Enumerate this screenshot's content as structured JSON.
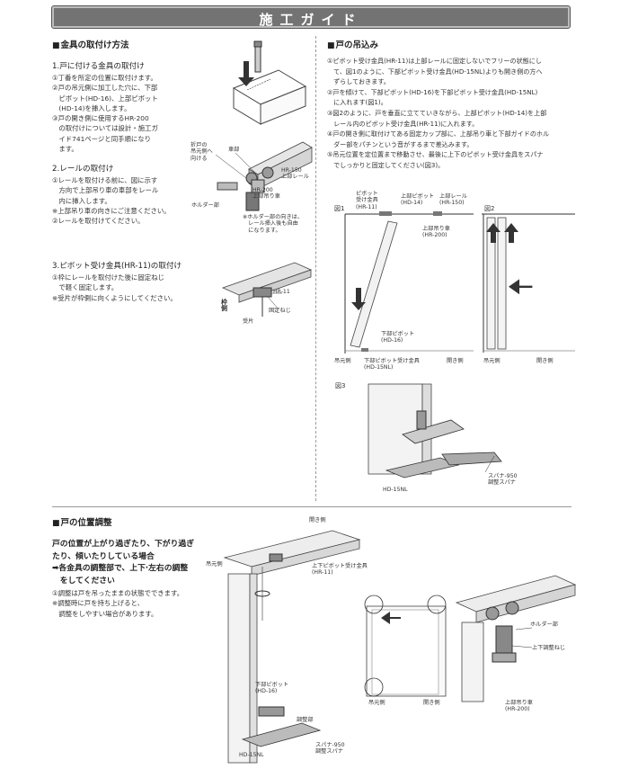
{
  "banner": {
    "title": "施工ガイド"
  },
  "left": {
    "heading": "金具の取付け方法",
    "s1": {
      "title": "1.戸に付ける金具の取付け",
      "lines": [
        "①丁番を所定の位置に取付けます。",
        "②戸の吊元側に加工した穴に、下部",
        "　ピボット(HD-16)、上部ピボット",
        "　(HD-14)を挿入します。",
        "③戸の開き側に使用するHR-200",
        "　の取付けについては設計・施工ガ",
        "　イド741ページと同手順になり",
        "　ます。"
      ]
    },
    "s2": {
      "title": "2.レールの取付け",
      "lines": [
        "①レールを取付ける前に、図に示す",
        "　方向で上部吊り車の車部をレール",
        "　内に挿入します。",
        "※上部吊り車の向きにご注意ください。",
        "②レールを取付けてください。"
      ]
    },
    "s3": {
      "title": "3.ピボット受け金具(HR-11)の取付け",
      "lines": [
        "①枠にレールを取付けた後に固定ねじ",
        "　で軽く固定します。",
        "※受片が枠側に向くようにしてください。"
      ]
    },
    "fig1": {
      "hinge_side": [
        "折戸の",
        "吊元側へ",
        "向ける"
      ],
      "wheel": "車部",
      "hr150": [
        "HR-150",
        "上部レール"
      ],
      "hr200": [
        "HR-200",
        "上部吊り車"
      ],
      "holder": "ホルダー部",
      "note": [
        "※ホルダー部の向きは、",
        "　レール挿入後も自由",
        "　になります。"
      ]
    },
    "fig2": {
      "frame_side": [
        "枠",
        "側"
      ],
      "hr11": "HR-11",
      "screw": "固定ねじ",
      "piece": "受片"
    }
  },
  "right": {
    "heading": "戸の吊込み",
    "lines": [
      "①ピボット受け金具(HR-11)は上部レールに固定しないでフリーの状態にし",
      "　て、図1のように、下部ピボット受け金具(HD-15NL)よりも開き側の方へ",
      "　ずらしておきます。",
      "②戸を傾けて、下部ピボット(HD-16)を下部ピボット受け金具(HD-15NL)",
      "　に入れます(図1)。",
      "③図2のように、戸を垂直に立てていきながら、上部ピボット(HD-14)を上部",
      "　レール内のピボット受け金具(HR-11)に入れます。",
      "④戸の開き側に取付けてある固定カップ部に、上部吊り車と下部ガイドのホル",
      "　ダー部をパチンという音がするまで差込みます。",
      "⑤吊元位置を定位置まで移動させ、最後に上下のピボット受け金具をスパナ",
      "　でしっかりと固定してください(図3)。"
    ],
    "fig1": {
      "label": "図1",
      "hr11": [
        "ピボット",
        "受け金具",
        "(HR-11)"
      ],
      "hd14": [
        "上部ピボット",
        "(HD-14)"
      ],
      "hr150": [
        "上部レール",
        "(HR-150)"
      ],
      "hr200": [
        "上部吊り車",
        "(HR-200)"
      ],
      "hd16": [
        "下部ピボット",
        "(HD-16)"
      ],
      "hd15": [
        "下部ピボット受け金具",
        "(HD-15NL)"
      ],
      "hinge": "吊元側",
      "open": "開き側"
    },
    "fig2": {
      "label": "図2",
      "hinge": "吊元側",
      "open": "開き側"
    },
    "fig3": {
      "label": "図3",
      "spanner": [
        "スパナ-950",
        "調整スパナ"
      ],
      "hd15": "HD-15NL"
    }
  },
  "bottom": {
    "heading": "戸の位置調整",
    "main": [
      "戸の位置が上がり過ぎたり、下がり過ぎ",
      "たり、傾いたりしている場合",
      "➡各金具の調整部で、上下·左右の調整",
      "　をしてください"
    ],
    "notes": [
      "①調整は戸を吊ったままの状態でできます。",
      "※調整時に戸を持ち上げると、",
      "　調整をしやすい場合があります。"
    ],
    "fig": {
      "open_side": "開き側",
      "hinge_side": "吊元側",
      "hr11": [
        "上下ピボット受け金具",
        "(HR-11)"
      ],
      "hd16": [
        "下部ピボット",
        "(HD-16)"
      ],
      "adjust": "調整部",
      "spanner": [
        "スパナ-950",
        "調整スパナ"
      ],
      "hd15": "HD-15NL",
      "mini_hinge": "吊元側",
      "mini_open": "開き側",
      "holder": "ホルダー部",
      "screw": "上下調整ねじ",
      "hr200": [
        "上部吊り車",
        "(HR-200)"
      ]
    }
  }
}
